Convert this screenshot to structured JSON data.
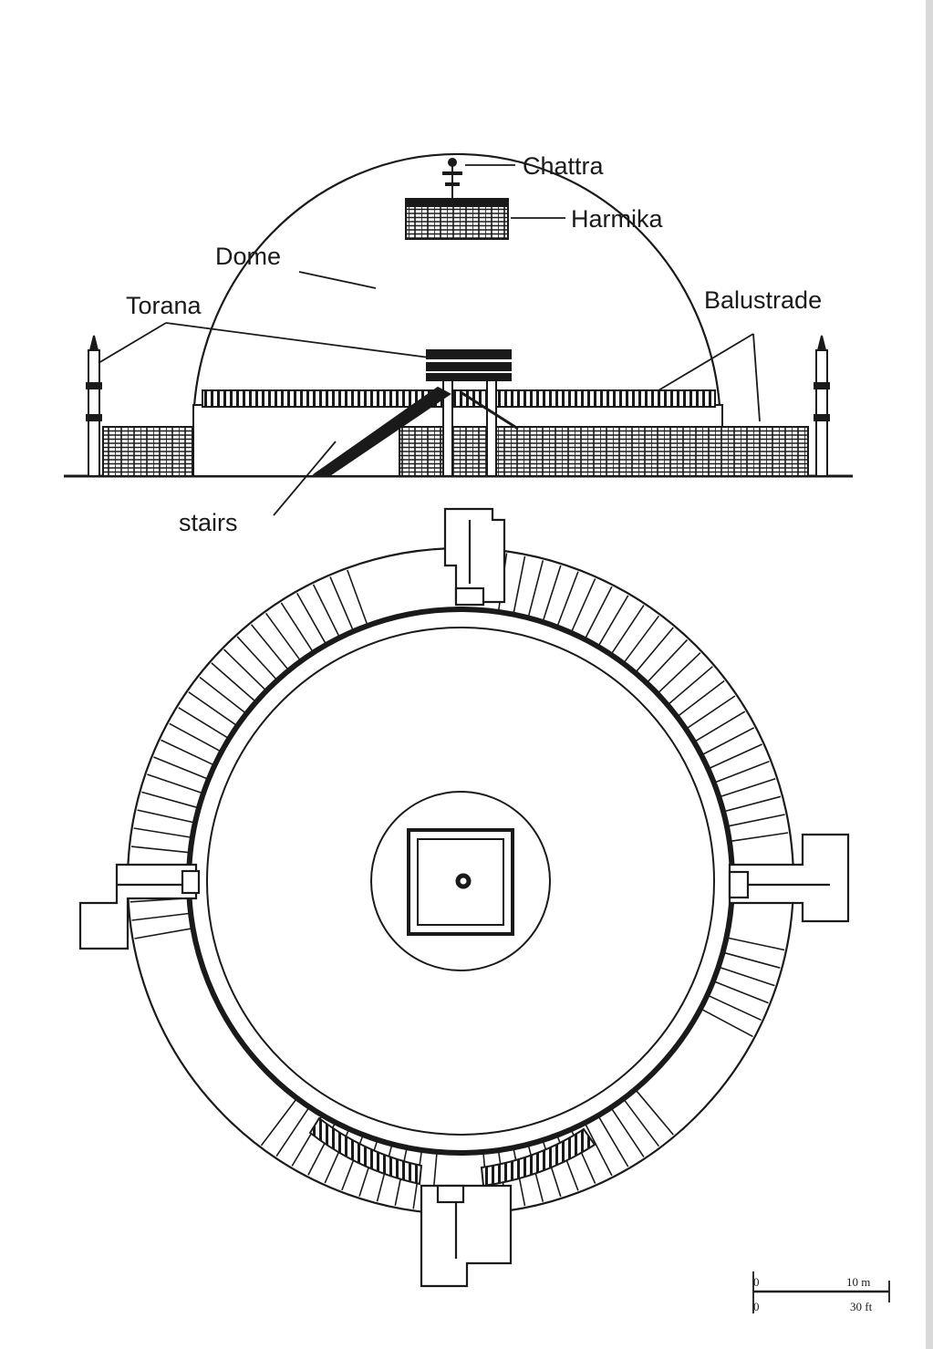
{
  "labels": {
    "chattra": "Chattra",
    "harmika": "Harmika",
    "dome": "Dome",
    "torana": "Torana",
    "balustrade": "Balustrade",
    "stairs": "stairs"
  },
  "scale_bar": {
    "metric_start": "0",
    "metric_end": "10 m",
    "imperial_start": "0",
    "imperial_end": "30 ft"
  },
  "colors": {
    "ink": "#1a1a1a",
    "paper": "#ffffff"
  }
}
